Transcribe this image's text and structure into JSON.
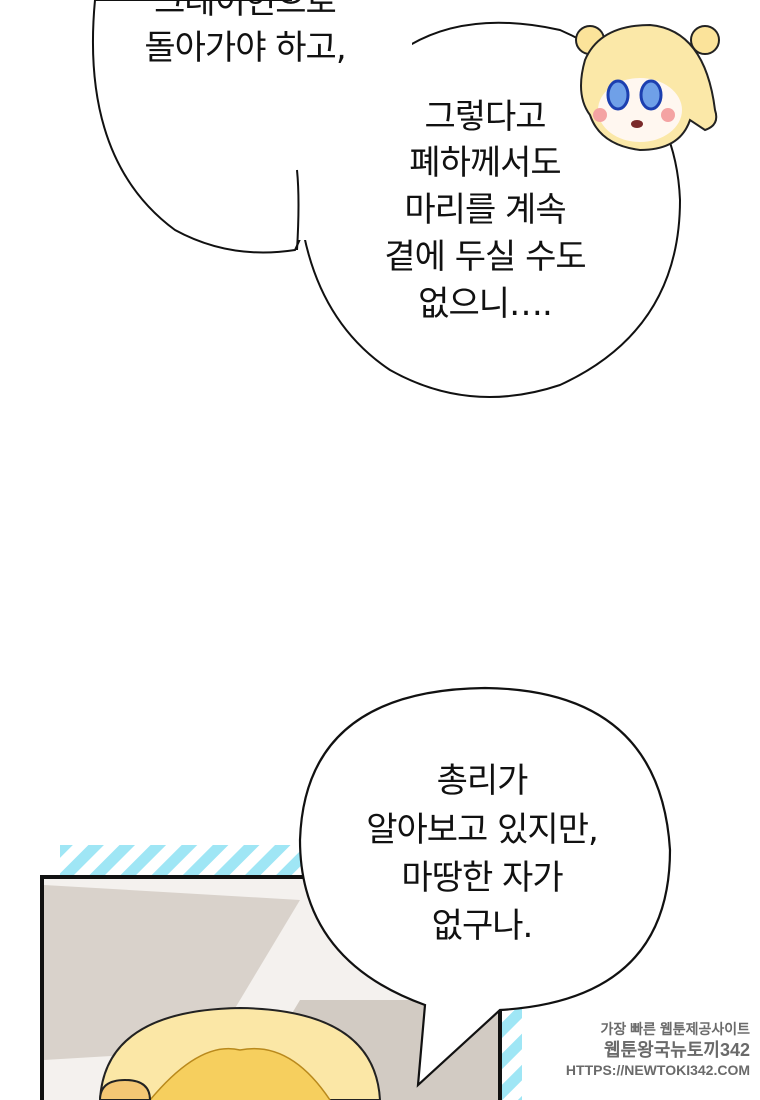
{
  "bubble_top_left": {
    "lines": [
      "그레이헌으로",
      "돌아가야 하고,"
    ]
  },
  "bubble_top_right": {
    "lines": [
      "그렇다고",
      "폐하께서도",
      "마리를 계속",
      "곁에 두실 수도",
      "없으니…."
    ]
  },
  "bubble_bottom": {
    "lines": [
      "총리가",
      "알아보고 있지만,",
      "마땅한 자가",
      "없구나."
    ]
  },
  "watermark": {
    "line1": "가장 빠른 웹툰제공사이트",
    "line2": "웹툰왕국뉴토끼342",
    "line3": "HTTPS://NEWTOKI342.COM"
  },
  "colors": {
    "stripe": "#9fe6f5",
    "hair": "#f7d774",
    "panel_bg": "#d8d0c8",
    "eye": "#4a7fd6"
  }
}
